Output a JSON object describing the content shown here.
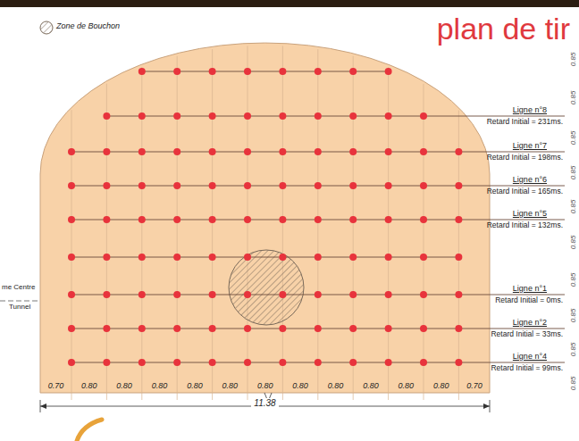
{
  "diagram": {
    "title": "plan de tir",
    "labels": [
      "Ligne n°8",
      "Retard Initial = 231ms.",
      "Ligne n°7",
      "Retard Initial = 198ms.",
      "Ligne n°6",
      "Retard Initial = 165ms.",
      "Ligne n°5",
      "Retard Initial = 132ms.",
      "Ligne n°1",
      "Retard Initial = 0ms.",
      "Ligne n°2",
      "Retard Initial = 33ms.",
      "Ligne n°4",
      "Retard Initial = 99ms.",
      "0.70",
      "0.80",
      "0.80",
      "0.80",
      "0.80",
      "0.80",
      "0.80",
      "0.80",
      "0.80",
      "0.80",
      "0.80",
      "0.80",
      "0.70",
      "11.38",
      "0.85",
      "0.85",
      "0.85",
      "0.85",
      "0.85",
      "0.85",
      "0.85",
      "0.85",
      "0.85",
      "0.85",
      "me Centre",
      "Tunnel"
    ],
    "legend": [
      {
        "text": "Zone de Bouchon"
      }
    ]
  }
}
